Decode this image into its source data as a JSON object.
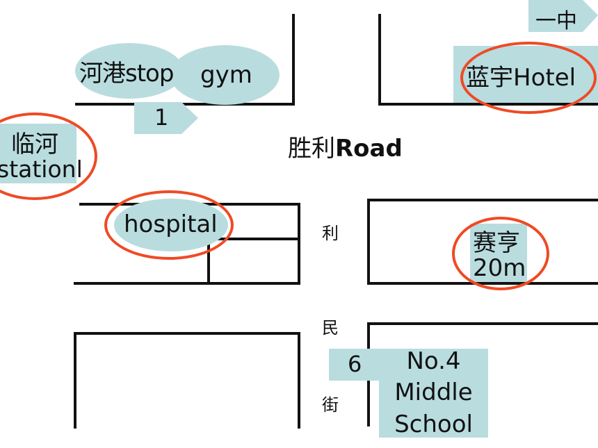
{
  "map": {
    "road_main": "胜利",
    "road_main_suffix": "Road",
    "street_side_1": "利",
    "street_side_2": "民",
    "street_side_3": "街",
    "places": {
      "hegang_stop": "河港stop",
      "gym": "gym",
      "arrow_1": "1",
      "yizhong": "一中",
      "lanyu_hotel": "蓝宇Hotel",
      "linhe_station_line1": "临河",
      "linhe_station_line2": "stationl",
      "hospital": "hospital",
      "saiheng_line1": "赛亨",
      "saiheng_line2": "20m",
      "arrow_6": "6",
      "school_line1": "No.4",
      "school_line2": "Middle",
      "school_line3": "School"
    }
  },
  "colors": {
    "label_fill": "#b9dcdf",
    "highlight_ring": "#ef4a24",
    "street_line": "#111111"
  },
  "icons": [
    "arrow-sign-1",
    "arrow-sign-yizhong",
    "arrow-sign-6"
  ]
}
